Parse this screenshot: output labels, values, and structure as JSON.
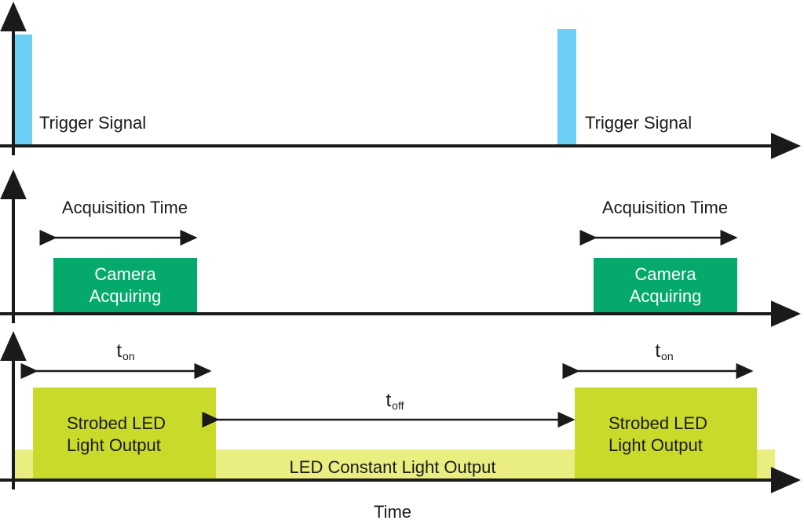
{
  "diagram": {
    "title_axis_label": "Time",
    "colors": {
      "trigger_pulse": "#6dcff6",
      "camera_box": "#06a96c",
      "strobed_led": "#cada2a",
      "constant_led": "#eaee80",
      "axis": "#1a1a1a",
      "text": "#1a1a1a",
      "box_text": "#ffffff"
    }
  },
  "panel_trigger": {
    "pulses": [
      {
        "label": "Trigger Signal"
      },
      {
        "label": "Trigger Signal"
      }
    ]
  },
  "panel_camera": {
    "measures": [
      {
        "label": "Acquisition Time"
      },
      {
        "label": "Acquisition Time"
      }
    ],
    "boxes": [
      {
        "line1": "Camera",
        "line2": "Acquiring"
      },
      {
        "line1": "Camera",
        "line2": "Acquiring"
      }
    ]
  },
  "panel_led": {
    "t_on_label_base": "t",
    "t_on_label_sub": "on",
    "t_off_label_base": "t",
    "t_off_label_sub": "off",
    "strobed_boxes": [
      {
        "line1": "Strobed LED",
        "line2": "Light Output"
      },
      {
        "line1": "Strobed LED",
        "line2": "Light Output"
      }
    ],
    "constant_label": "LED Constant Light Output"
  }
}
